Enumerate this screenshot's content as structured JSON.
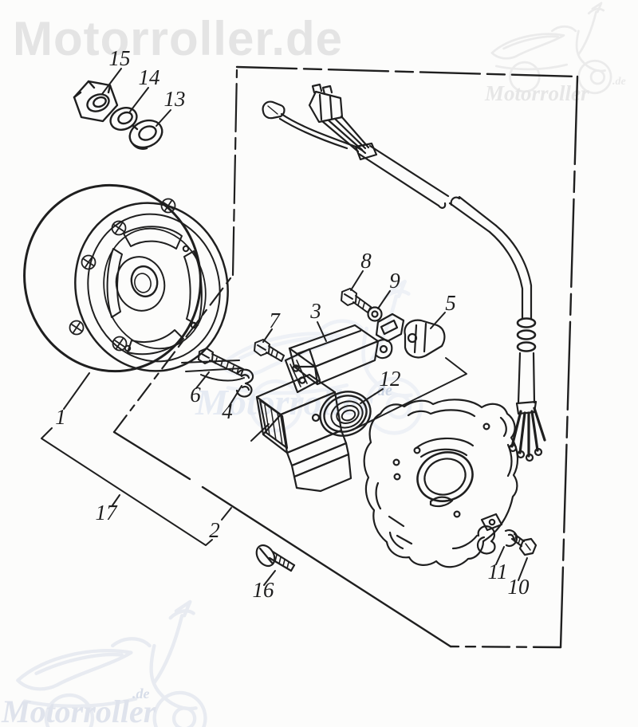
{
  "watermarks": {
    "top_left_text": "Motorroller.de",
    "brand_text": "Motorroller",
    "brand_suffix": ".de"
  },
  "parts": [
    {
      "num": "1"
    },
    {
      "num": "2"
    },
    {
      "num": "3"
    },
    {
      "num": "4"
    },
    {
      "num": "5"
    },
    {
      "num": "6"
    },
    {
      "num": "7"
    },
    {
      "num": "8"
    },
    {
      "num": "9"
    },
    {
      "num": "10"
    },
    {
      "num": "11"
    },
    {
      "num": "12"
    },
    {
      "num": "13"
    },
    {
      "num": "14"
    },
    {
      "num": "15"
    },
    {
      "num": "16"
    },
    {
      "num": "17"
    }
  ],
  "colors": {
    "ink": "#1f1f1f",
    "paper": "#fcfcfb",
    "watermark_gray": "#e5e5e5",
    "watermark_blue": "#dfe5ef"
  }
}
